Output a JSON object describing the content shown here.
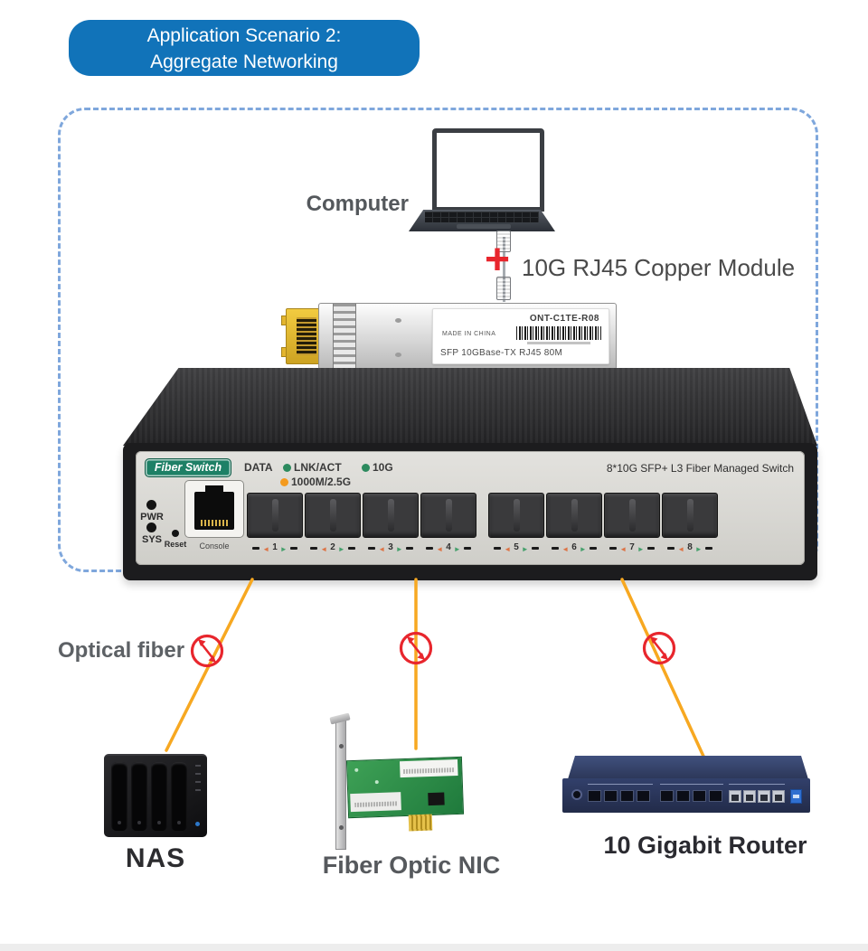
{
  "header": {
    "line1": "Application Scenario 2:",
    "line2": "Aggregate Networking"
  },
  "computer": {
    "label": "Computer"
  },
  "copper": {
    "plus": "+",
    "label": "10G RJ45 Copper Module"
  },
  "sfp": {
    "model": "ONT-C1TE-R08",
    "origin": "MADE IN CHINA",
    "spec": "SFP 10GBase-TX RJ45 80M"
  },
  "sw": {
    "badge": "Fiber Switch",
    "data": "DATA",
    "led_lnk": "LNK/ACT",
    "led_10g": "10G",
    "led_speed": "1000M/2.5G",
    "model": "8*10G SFP+ L3 Fiber Managed Switch",
    "pwr": "PWR",
    "sys": "SYS",
    "reset": "Reset",
    "console": "Console",
    "ports": [
      "1",
      "2",
      "3",
      "4",
      "5",
      "6",
      "7",
      "8"
    ]
  },
  "fiber": {
    "label": "Optical fiber"
  },
  "devices": {
    "nas": "NAS",
    "nic": "Fiber Optic NIC",
    "router": "10 Gigabit Router"
  },
  "colors": {
    "badge_blue": "#1173b9",
    "dashed_border": "#7fa7dc",
    "fiber_orange": "#f7a821",
    "prohibit_red": "#e8262d",
    "switch_badge_green": "#1e8066",
    "led_green": "#2c8a5e",
    "led_orange": "#f49b1f"
  }
}
